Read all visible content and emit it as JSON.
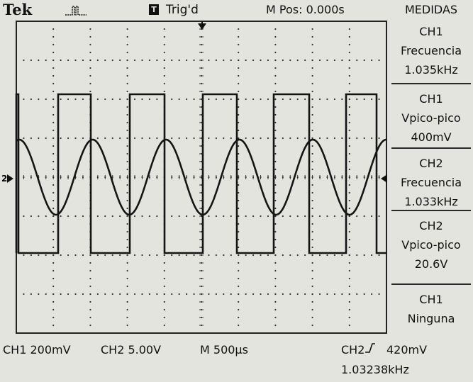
{
  "header": {
    "brand": "Tek",
    "acquisition_icon": "pulse-icon",
    "trigger_icon_label": "T",
    "trigger_status": "Trig'd",
    "time_position": "M Pos: 0.000s"
  },
  "measurements_menu": {
    "title": "MEDIDAS",
    "items": [
      {
        "channel": "CH1",
        "type": "Frecuencia",
        "value": "1.035kHz"
      },
      {
        "channel": "CH1",
        "type": "Vpico-pico",
        "value": "400mV"
      },
      {
        "channel": "CH2",
        "type": "Frecuencia",
        "value": "1.033kHz"
      },
      {
        "channel": "CH2",
        "type": "Vpico-pico",
        "value": "20.6V"
      },
      {
        "channel": "CH1",
        "type": "Ninguna",
        "value": ""
      }
    ]
  },
  "status_bar": {
    "ch1_scale": "CH1  200mV",
    "ch2_scale": "CH2  5.00V",
    "time_scale": "M 500µs",
    "trigger_source": "CH2",
    "trigger_level": "420mV",
    "trigger_frequency": "1.03238kHz"
  },
  "graticule": {
    "ground_marker_label": "2",
    "colors": {
      "trace": "#151515",
      "background": "#e4e4df",
      "grid": "#333333"
    }
  }
}
